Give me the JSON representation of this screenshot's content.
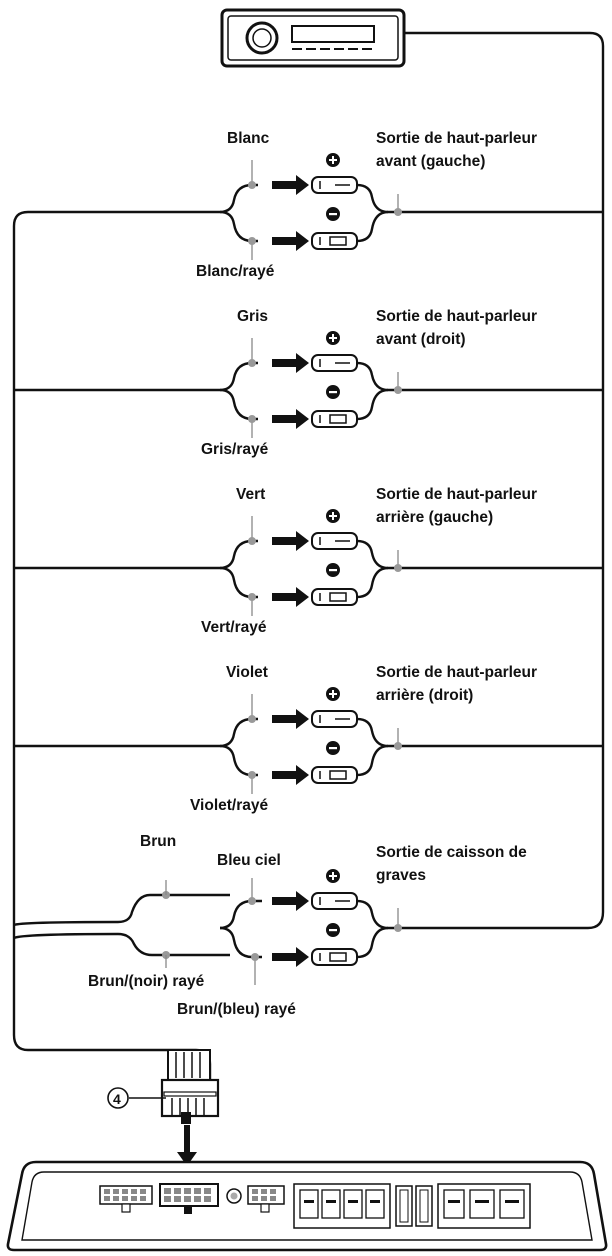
{
  "channels": [
    {
      "id": "front-left",
      "wire_plus": "Blanc",
      "wire_minus": "Blanc/rayé",
      "output": [
        "Sortie de haut-parleur",
        "avant (gauche)"
      ]
    },
    {
      "id": "front-right",
      "wire_plus": "Gris",
      "wire_minus": "Gris/rayé",
      "output": [
        "Sortie de haut-parleur",
        "avant (droit)"
      ]
    },
    {
      "id": "rear-left",
      "wire_plus": "Vert",
      "wire_minus": "Vert/rayé",
      "output": [
        "Sortie de haut-parleur",
        "arrière (gauche)"
      ]
    },
    {
      "id": "rear-right",
      "wire_plus": "Violet",
      "wire_minus": "Violet/rayé",
      "output": [
        "Sortie de haut-parleur",
        "arrière (droit)"
      ]
    }
  ],
  "subwoofer": {
    "wire_plus_a": "Brun",
    "wire_plus_b": "Bleu ciel",
    "wire_minus_a": "Brun/(noir) rayé",
    "wire_minus_b": "Brun/(bleu) rayé",
    "output": [
      "Sortie de caisson de",
      "graves"
    ]
  },
  "connector_number": "4",
  "icons": {
    "head_unit": "car-stereo-icon",
    "plus_terminal": "plus-sign-icon",
    "minus_terminal": "minus-sign-icon",
    "arrow": "right-arrow-icon",
    "plug": "wire-terminal-plug-icon",
    "amplifier": "amplifier-icon"
  }
}
